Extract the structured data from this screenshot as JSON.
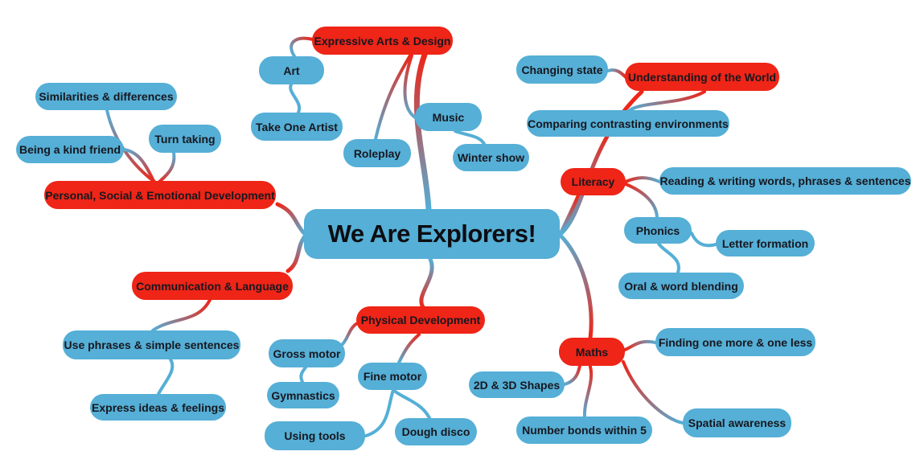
{
  "title": "We Are Explorers!",
  "colors": {
    "topic_fill": "#EE2517",
    "subtopic_fill": "#55AFD6",
    "text": "#17171f",
    "background": "#ffffff"
  },
  "nodes": {
    "center": "We Are Explorers!",
    "psed": "Personal, Social & Emotional Development",
    "similarities": "Similarities & differences",
    "kind_friend": "Being a kind friend",
    "turn_taking": "Turn taking",
    "ead": "Expressive Arts & Design",
    "art": "Art",
    "take_one_artist": "Take One Artist",
    "roleplay": "Roleplay",
    "music": "Music",
    "winter_show": "Winter show",
    "uow": "Understanding of the World",
    "changing_state": "Changing state",
    "comparing_environments": "Comparing contrasting environments",
    "literacy": "Literacy",
    "reading_writing": "Reading & writing words, phrases & sentences",
    "phonics": "Phonics",
    "letter_formation": "Letter formation",
    "oral_word_blending": "Oral & word blending",
    "communication_language": "Communication & Language",
    "use_phrases": "Use phrases & simple sentences",
    "express_ideas": "Express ideas & feelings",
    "physical_development": "Physical Development",
    "gross_motor": "Gross motor",
    "gymnastics": "Gymnastics",
    "fine_motor": "Fine motor",
    "using_tools": "Using tools",
    "dough_disco": "Dough disco",
    "maths": "Maths",
    "finding_one_more": "Finding one more & one less",
    "shapes_2d_3d": "2D & 3D Shapes",
    "number_bonds": "Number bonds within 5",
    "spatial_awareness": "Spatial awareness"
  },
  "structure": [
    {
      "parent": "center",
      "child": "ead"
    },
    {
      "parent": "center",
      "child": "psed"
    },
    {
      "parent": "center",
      "child": "communication_language"
    },
    {
      "parent": "center",
      "child": "physical_development"
    },
    {
      "parent": "center",
      "child": "literacy"
    },
    {
      "parent": "center",
      "child": "uow"
    },
    {
      "parent": "center",
      "child": "maths"
    },
    {
      "parent": "psed",
      "child": "similarities"
    },
    {
      "parent": "psed",
      "child": "kind_friend"
    },
    {
      "parent": "psed",
      "child": "turn_taking"
    },
    {
      "parent": "ead",
      "child": "art"
    },
    {
      "parent": "ead",
      "child": "roleplay"
    },
    {
      "parent": "ead",
      "child": "music"
    },
    {
      "parent": "art",
      "child": "take_one_artist"
    },
    {
      "parent": "music",
      "child": "winter_show"
    },
    {
      "parent": "uow",
      "child": "changing_state"
    },
    {
      "parent": "uow",
      "child": "comparing_environments"
    },
    {
      "parent": "literacy",
      "child": "reading_writing"
    },
    {
      "parent": "literacy",
      "child": "phonics"
    },
    {
      "parent": "phonics",
      "child": "letter_formation"
    },
    {
      "parent": "phonics",
      "child": "oral_word_blending"
    },
    {
      "parent": "communication_language",
      "child": "use_phrases"
    },
    {
      "parent": "use_phrases",
      "child": "express_ideas"
    },
    {
      "parent": "physical_development",
      "child": "gross_motor"
    },
    {
      "parent": "physical_development",
      "child": "fine_motor"
    },
    {
      "parent": "gross_motor",
      "child": "gymnastics"
    },
    {
      "parent": "fine_motor",
      "child": "using_tools"
    },
    {
      "parent": "fine_motor",
      "child": "dough_disco"
    },
    {
      "parent": "maths",
      "child": "finding_one_more"
    },
    {
      "parent": "maths",
      "child": "shapes_2d_3d"
    },
    {
      "parent": "maths",
      "child": "number_bonds"
    },
    {
      "parent": "maths",
      "child": "spatial_awareness"
    }
  ]
}
